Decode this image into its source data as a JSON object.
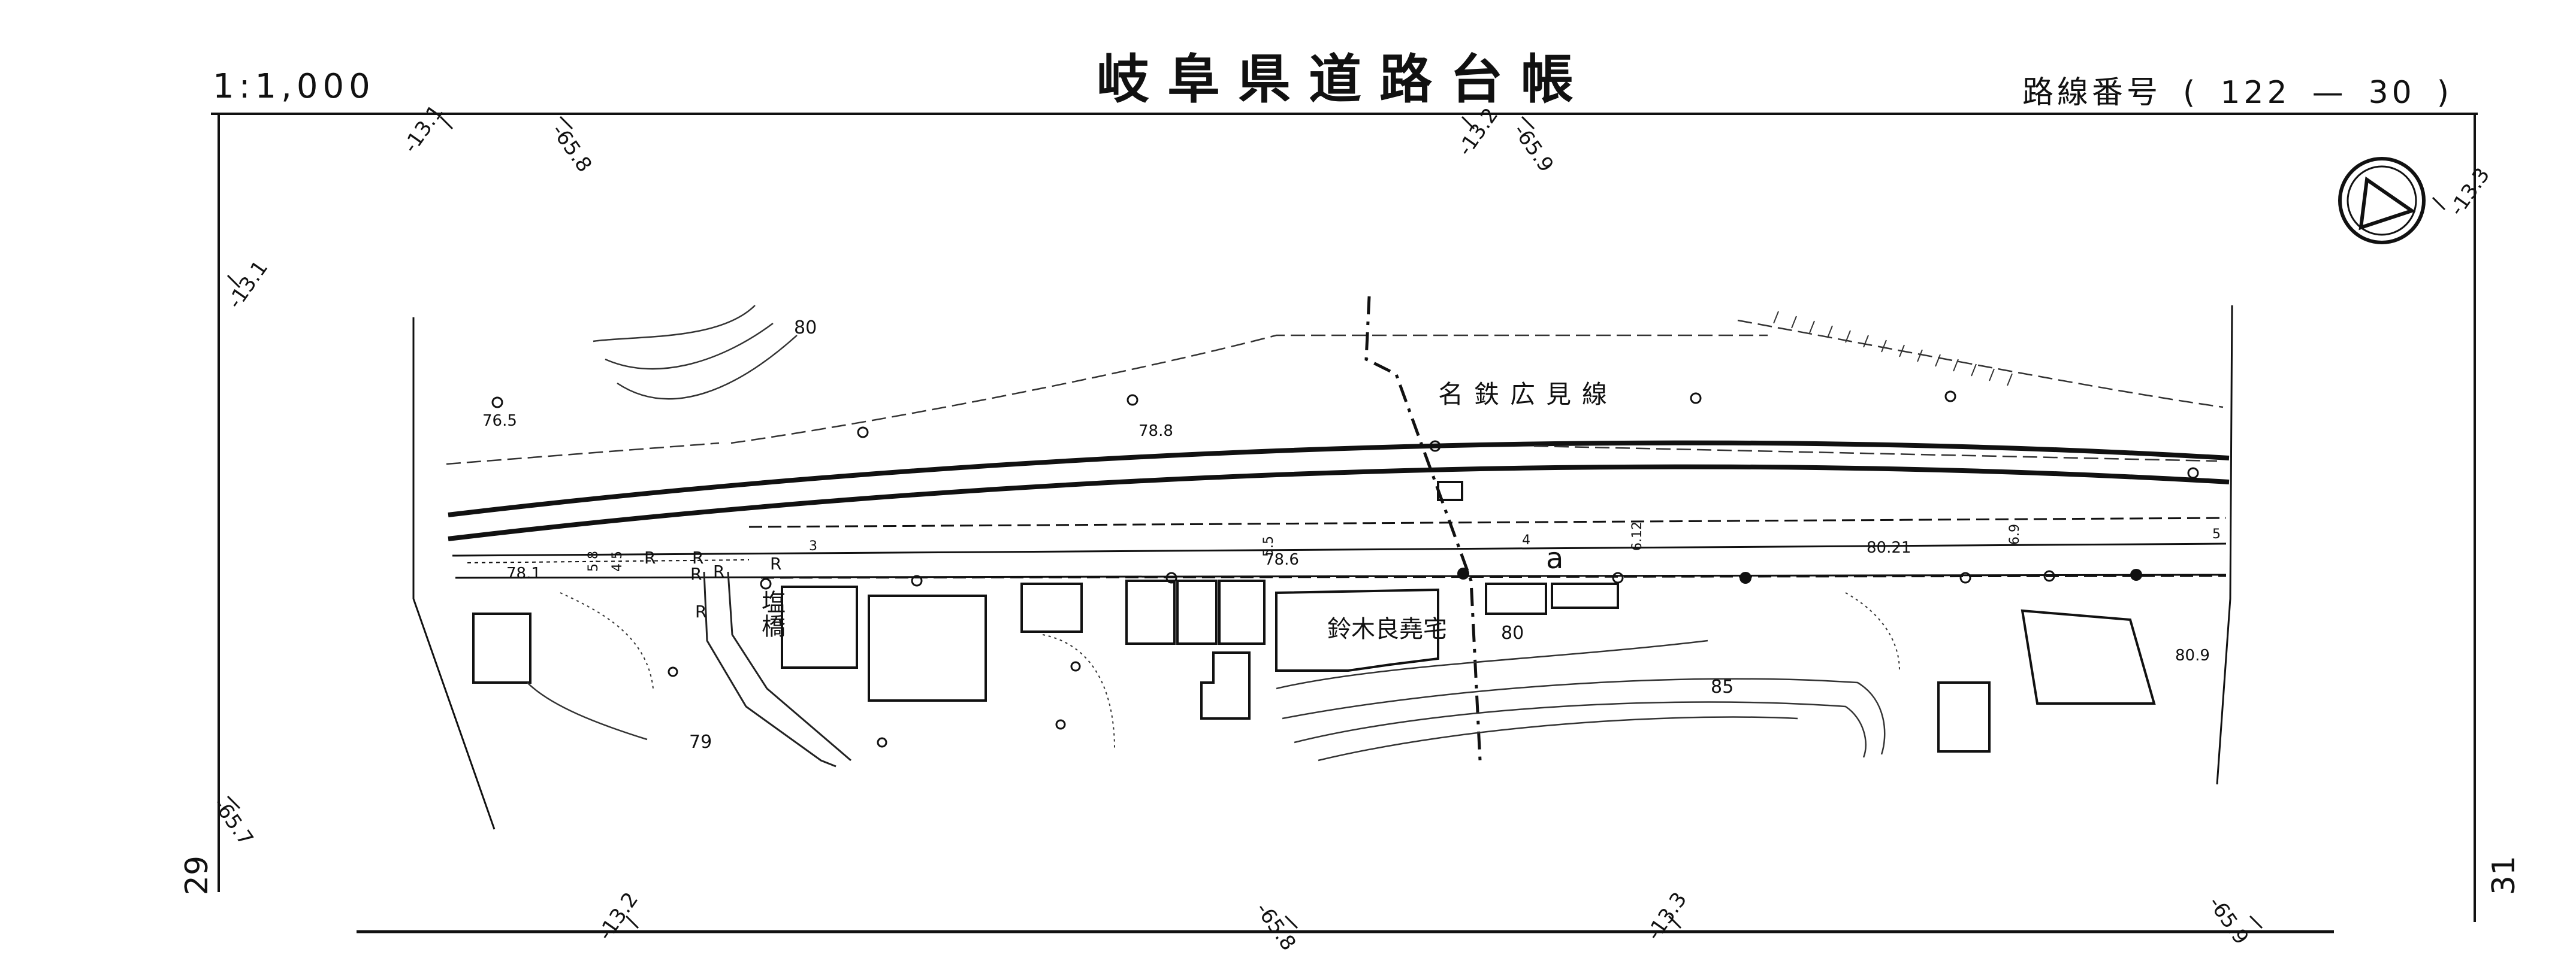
{
  "header": {
    "title": "岐阜県道路台帳",
    "scale": "1:1,000",
    "route_label": "路線番号",
    "route_open": "(",
    "route_num1": "122",
    "route_dash": "—",
    "route_num2": "30",
    "route_close": ")"
  },
  "sheet": {
    "prev_sheet": "29",
    "next_sheet": "31"
  },
  "north_arrow": {
    "icon": "north-arrow-icon"
  },
  "colors": {
    "ink": "#111111",
    "paper": "#ffffff"
  },
  "grid_labels": {
    "top": [
      "-13.1",
      "-65.8",
      "-13.2",
      "-65.9",
      "-13.3"
    ],
    "left": [
      "-13.1",
      "-65.7"
    ],
    "bottom": [
      "-13.2",
      "-65.8",
      "-13.3",
      "-65.9"
    ]
  },
  "map": {
    "railway_label": "名鉄広見線",
    "house_label": "鈴木良堯宅",
    "place_label": "塩橋",
    "section_mark": "a",
    "r_labels": [
      "R",
      "R",
      "R",
      "R",
      "R",
      "R"
    ],
    "contours": [
      "80",
      "80",
      "85",
      "79"
    ],
    "elevations": [
      "76.5",
      "78.8",
      "78.1",
      "78.6",
      "80.21",
      "80.9"
    ],
    "widths": [
      "5.8",
      "4.5",
      "3",
      "5.5",
      "4",
      "6.12",
      "6.9",
      "5"
    ]
  }
}
